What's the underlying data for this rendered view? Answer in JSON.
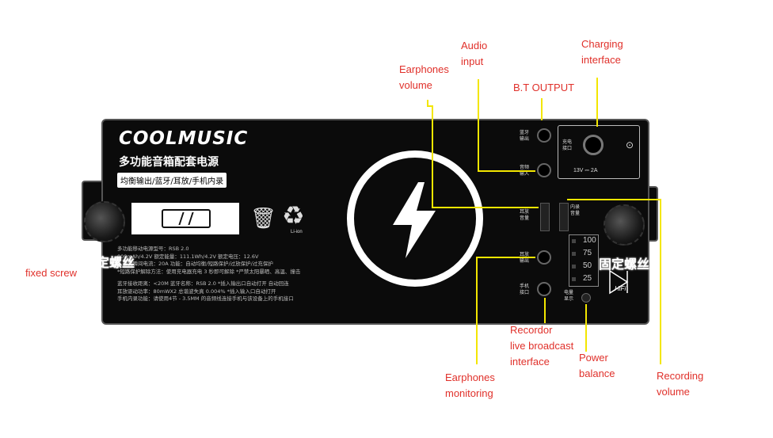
{
  "panel": {
    "brand": "COOLMUSIC",
    "title_cn": "多功能音箱配套电源",
    "subtitle_cn": "均衡输出/蓝牙/耳放/手机内录",
    "specs": [
      "多功能移动电源型号：RSB 2.0",
      "000mAh/4.2V  额定能量：111.1Wh/4.2V  额定电压：12.6V",
      "A  最大瞬间电流：20A  功能：自动均衡/短路保护/过放保护/过充保护",
      "*短路保护解除方法：使用充电器充电 3 秒即可解除  *严禁太阳暴晒、高温、撞击",
      "",
      "蓝牙接收距离：<20M  蓝牙名称：RSB 2.0  *插入输出口自动打开 自动回连",
      "耳放驱动功率：80mWX2  总谐波失真 0.004%  *插入输入口自动打开",
      "手机内录功能：请使用4节 - 3.5MM 的音频线连接手机与该设备上的手机接口"
    ],
    "screw_label_cn": "固定螺丝",
    "liion": "Li-ion",
    "ports": [
      {
        "label": "蓝牙\n输出"
      },
      {
        "label": "音频\n输入"
      },
      {
        "label": "耳放\n音量"
      },
      {
        "label": "耳放\n输出"
      },
      {
        "label": "手机\n接口"
      }
    ],
    "charge_label": "充电\n接口",
    "charge_rating": "13V ⎓ 2A",
    "record_volume_label": "内录\n音量",
    "battery_levels": [
      "100",
      "75",
      "50",
      "25"
    ],
    "power_label": "电量\n显示",
    "hifi": "HiFi"
  },
  "callouts": {
    "audio_input": "Audio\ninput",
    "charging_interface": "Charging\ninterface",
    "earphones_volume": "Earphones\nvolume",
    "bt_output": "B.T OUTPUT",
    "fixed_screw": "fixed screw",
    "recorder_interface": "Recordor\nlive broadcast\n  interface",
    "power_balance": "Power\nbalance",
    "earphones_monitoring": "Earphones\nmonitoring",
    "recording_volume": "Recording\nvolume"
  },
  "colors": {
    "callout_text": "#e0302a",
    "leader_line": "#f3e600",
    "panel": "#0b0b0b"
  }
}
